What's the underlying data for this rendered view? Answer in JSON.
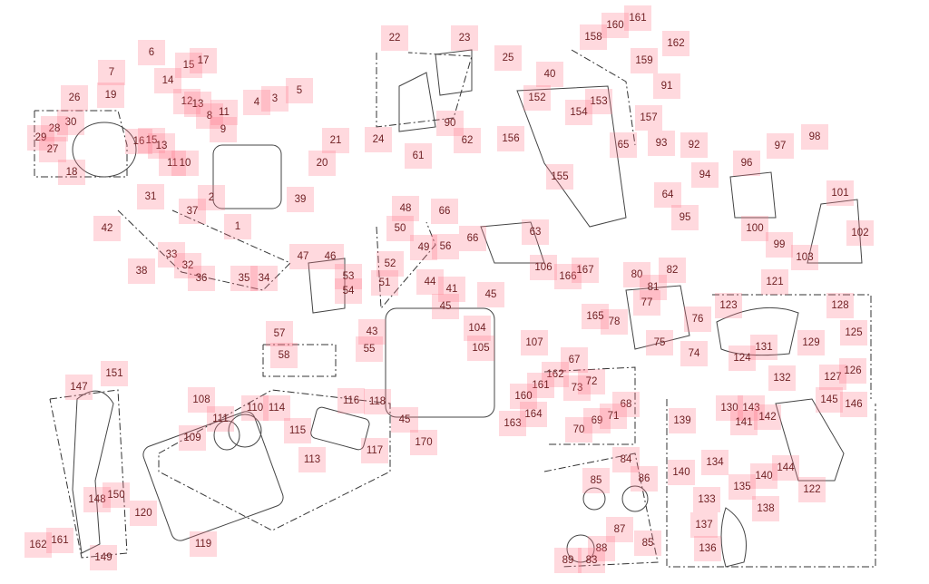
{
  "diagram": {
    "type": "exploded-parts-diagram",
    "labels": [
      "22",
      "23",
      "25",
      "6",
      "7",
      "15",
      "17",
      "14",
      "19",
      "26",
      "3",
      "4",
      "5",
      "12",
      "13",
      "8",
      "11",
      "9",
      "30",
      "28",
      "29",
      "27",
      "16",
      "15",
      "13",
      "18",
      "11",
      "10",
      "21",
      "20",
      "2",
      "1",
      "39",
      "37",
      "31",
      "42",
      "33",
      "32",
      "38",
      "36",
      "35",
      "34",
      "24",
      "90",
      "62",
      "61",
      "40",
      "152",
      "153",
      "154",
      "156",
      "155",
      "65",
      "157",
      "93",
      "92",
      "91",
      "158",
      "160",
      "161",
      "162",
      "159",
      "64",
      "94",
      "96",
      "97",
      "98",
      "95",
      "100",
      "99",
      "101",
      "102",
      "103",
      "48",
      "50",
      "49",
      "52",
      "51",
      "66",
      "56",
      "66",
      "63",
      "47",
      "46",
      "53",
      "54",
      "44",
      "41",
      "45",
      "45",
      "106",
      "166",
      "167",
      "80",
      "82",
      "81",
      "77",
      "76",
      "78",
      "75",
      "74",
      "165",
      "121",
      "123",
      "128",
      "129",
      "125",
      "131",
      "124",
      "132",
      "127",
      "126",
      "43",
      "104",
      "105",
      "107",
      "55",
      "57",
      "58",
      "67",
      "73",
      "72",
      "68",
      "69",
      "71",
      "70",
      "162",
      "161",
      "160",
      "163",
      "164",
      "45",
      "170",
      "147",
      "151",
      "108",
      "111",
      "110",
      "114",
      "116",
      "118",
      "115",
      "109",
      "117",
      "113",
      "120",
      "148",
      "150",
      "149",
      "162",
      "161",
      "119",
      "145",
      "146",
      "130",
      "143",
      "141",
      "142",
      "139",
      "140",
      "134",
      "135",
      "140",
      "144",
      "133",
      "138",
      "137",
      "136",
      "122",
      "84",
      "85",
      "86",
      "85",
      "87",
      "88",
      "83",
      "89"
    ],
    "colors": {
      "label_bg": "#ffb3bb",
      "label_text": "#6e1f22",
      "line_art": "#333333"
    }
  }
}
